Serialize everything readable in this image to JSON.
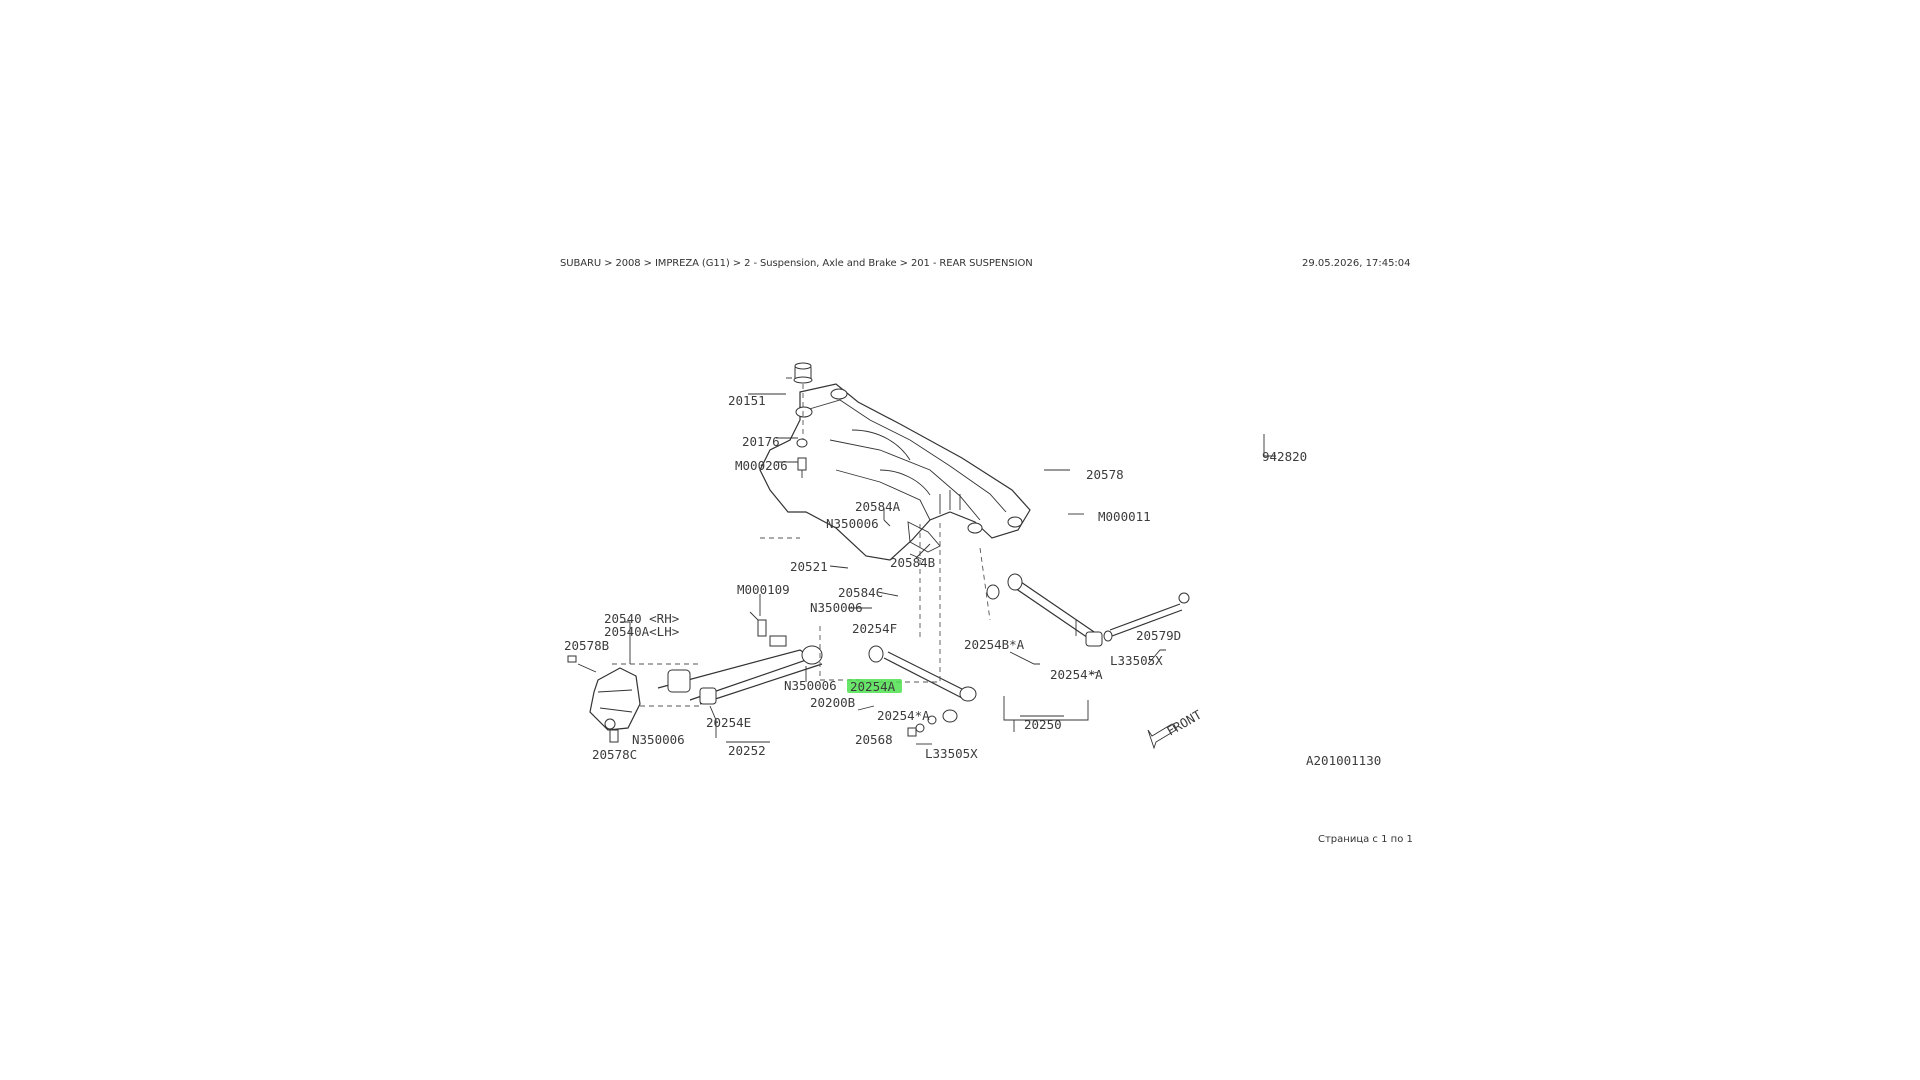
{
  "header": {
    "breadcrumb": "SUBARU > 2008 > IMPREZA (G11) > 2 - Suspension, Axle and Brake > 201 - REAR SUSPENSION",
    "timestamp": "29.05.2026, 17:45:04"
  },
  "footer": {
    "page_counter": "Страница с 1 по 1"
  },
  "diagram": {
    "code": "A201001130",
    "front_label": "FRONT",
    "highlighted_part": "20254A",
    "parts": {
      "p20151": "20151",
      "p20176": "20176",
      "pM000206": "M000206",
      "p20578": "20578",
      "p942820": "942820",
      "p20584A": "20584A",
      "pN350006a": "N350006",
      "pM000011": "M000011",
      "p20521": "20521",
      "p20584B": "20584B",
      "pM000109": "M000109",
      "p20584C": "20584C",
      "pN350006b": "N350006",
      "p20540RH": "20540 <RH>",
      "p20540ALH": "20540A<LH>",
      "p20254F": "20254F",
      "p20578B": "20578B",
      "pN350006c": "N350006",
      "p20254A": "20254A",
      "p20200B": "20200B",
      "p20254Bstar": "20254B*A",
      "p20254starA1": "20254*A",
      "p20579D": "20579D",
      "pL33505X1": "L33505X",
      "p20254E": "20254E",
      "pN350006d": "N350006",
      "p20578C": "20578C",
      "p20252": "20252",
      "p20254starA2": "20254*A",
      "p20568": "20568",
      "pL33505X2": "L33505X",
      "p20250": "20250"
    }
  }
}
